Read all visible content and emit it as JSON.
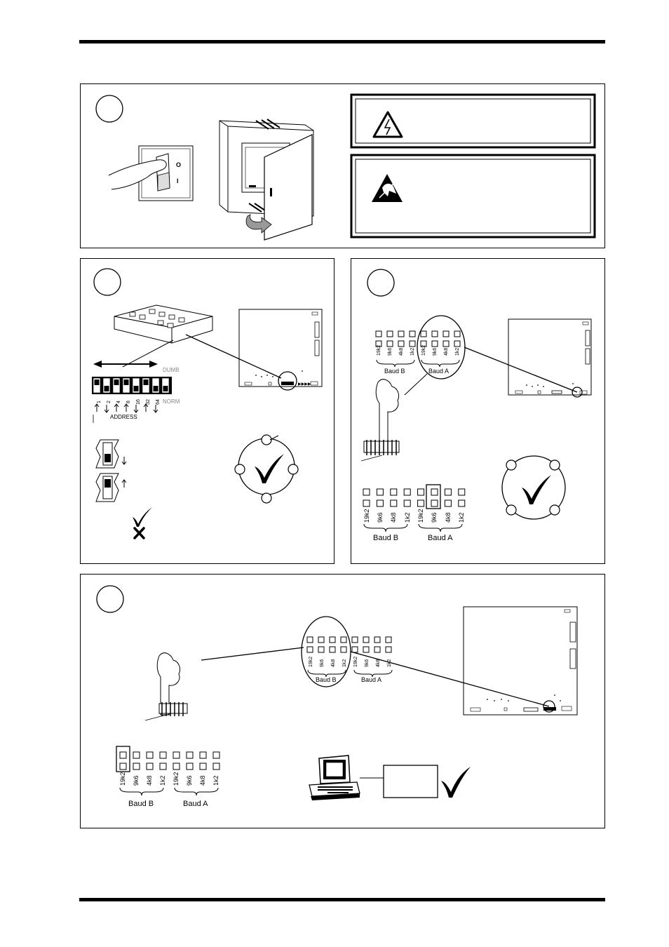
{
  "panel1": {
    "switch_on_label": "O",
    "switch_off_label": "I",
    "warning_box_1": {
      "icon": "high-voltage-warning-icon"
    },
    "warning_box_2": {
      "icon": "esd-warning-icon"
    }
  },
  "panel2": {
    "dip_top_label": "DUMB",
    "dip_bottom_label": "NORM",
    "dip_numbers": [
      "1",
      "2",
      "4",
      "8",
      "16",
      "32",
      "64"
    ],
    "address_label": "ADDRESS"
  },
  "baud_jumpers": {
    "rates": [
      "19k2",
      "9k6",
      "4k8",
      "1k2",
      "19k2",
      "9k6",
      "4k8",
      "1k2"
    ],
    "group_b": "Baud B",
    "group_a": "Baud A"
  },
  "icons": {
    "check": "checkmark-icon",
    "cross": "cross-icon",
    "computer": "computer-terminal-icon"
  }
}
